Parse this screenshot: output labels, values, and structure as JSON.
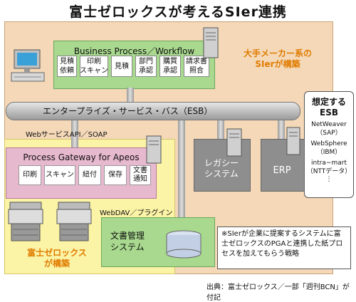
{
  "title": "富士ゼロックスが考えるSIer連携",
  "workflow": {
    "title": "Business Process／Workflow",
    "steps": [
      "見積\n依頼",
      "印刷\nスキャン",
      "見積",
      "部門\n承認",
      "購買\n承認",
      "請求書\n照合"
    ]
  },
  "large_si": {
    "line1": "大手メーカー系の",
    "line2": "SIerが構築"
  },
  "esb": {
    "label": "エンタープライズ・サービス・バス（ESB）"
  },
  "callout": {
    "head1": "想定する",
    "head2": "ESB",
    "items": [
      "NetWeaver\n（SAP）",
      "WebSphere\n（IBM）",
      "intra−mart\n（NTTデータ）",
      "⋮"
    ]
  },
  "web_api": "WebサービスAPI／SOAP",
  "gateway": {
    "title": "Process Gateway for Apeos",
    "steps": [
      "印刷",
      "スキャン",
      "紐付",
      "保存",
      "文書\n通知"
    ]
  },
  "legacy": {
    "label": "レガシー\nシステム"
  },
  "erp": {
    "label": "ERP"
  },
  "webdav": "WebDAV／プラグイン",
  "docmgmt": {
    "label": "文書管理\nシステム"
  },
  "fuji": {
    "line1": "富士ゼロックス",
    "line2": "が構築"
  },
  "note": "※SIerが企業に提案するシステムに富士ゼロックスのPGAと連携した紙プロセスを加えてもらう戦略",
  "source": "出典：富士ゼロックス／一部「週刊BCN」が付記",
  "colors": {
    "orange": "#e07c00",
    "green": "#a8d98f",
    "pink": "#e7b9cf",
    "frame": "#f4d8b8",
    "yellow": "#fbf3a6"
  },
  "icons": [
    "computer-icon",
    "server-icon",
    "printer-icon",
    "database-icon"
  ]
}
